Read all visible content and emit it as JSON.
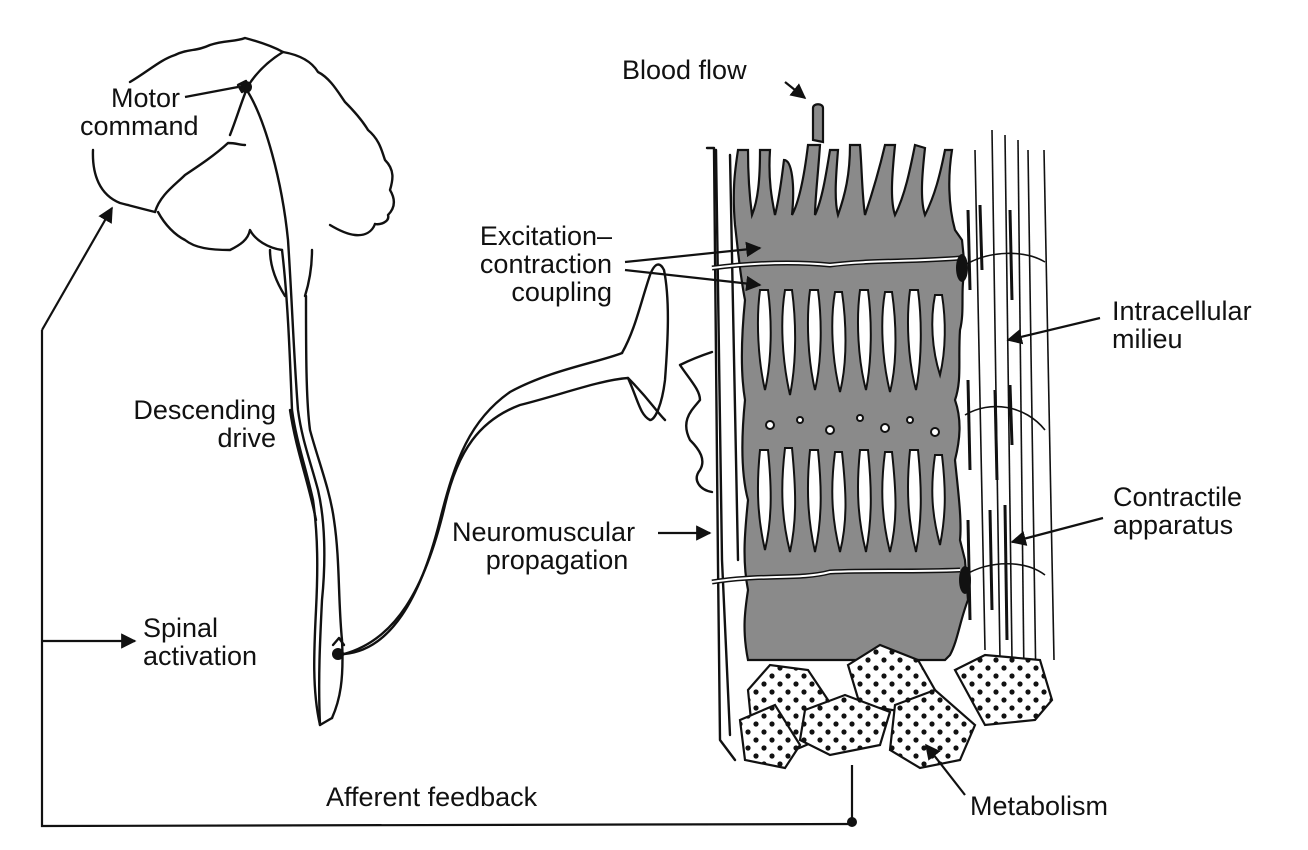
{
  "diagram": {
    "title": "",
    "colors": {
      "ink": "#111111",
      "shaded_tissue": "#8a8a8a",
      "background": "#ffffff"
    },
    "labels": {
      "motor_command": [
        "Motor",
        "command"
      ],
      "descending_drive": [
        "Descending",
        "drive"
      ],
      "spinal_activation": [
        "Spinal",
        "activation"
      ],
      "neuromuscular_propagation": [
        "Neuromuscular",
        "propagation"
      ],
      "excitation_contraction_coupling": [
        "Excitation–",
        "contraction",
        "coupling"
      ],
      "blood_flow": "Blood flow",
      "intracellular_milieu": [
        "Intracellular",
        "milieu"
      ],
      "contractile_apparatus": [
        "Contractile",
        "apparatus"
      ],
      "metabolism": "Metabolism",
      "afferent_feedback": "Afferent feedback"
    },
    "structures": [
      "brain",
      "spinal-cord",
      "motor-nerve",
      "neuromuscular-junction",
      "muscle-fiber",
      "sarcoplasmic-reticulum",
      "mitochondria",
      "myofibrils",
      "capillary"
    ]
  }
}
